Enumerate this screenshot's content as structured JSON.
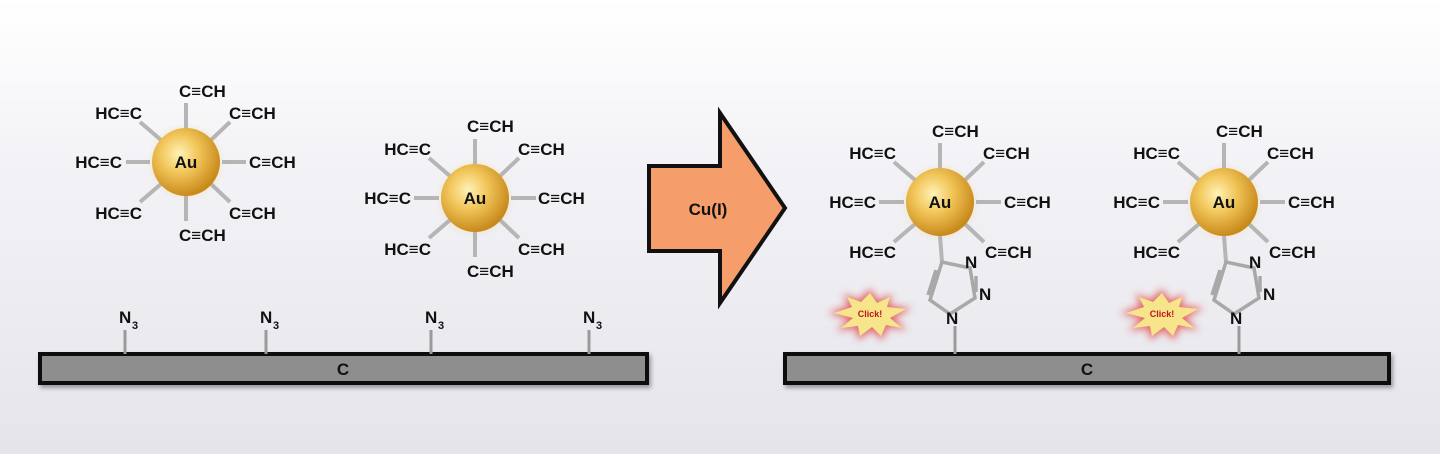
{
  "labels": {
    "gold": "Au",
    "alkyne_right": "C≡CH",
    "alkyne_left": "HC≡C",
    "azide": "N",
    "azide_sub": "3",
    "substrate": "C",
    "catalyst": "Cu(I)",
    "click": "Click!",
    "nitrogen": "N"
  },
  "colors": {
    "gold_center": "#f6d57a",
    "gold_edge": "#c98a1c",
    "arrow_fill": "#f59e6b",
    "arrow_stroke": "#111111",
    "substrate_fill": "#8e8e8e",
    "click_burst": "#f7e58c",
    "click_text": "#c0151a",
    "glow": "#e24a4a"
  },
  "panels": {
    "before": {
      "particles": 2,
      "azides": 4
    },
    "after": {
      "particles": 2,
      "triazoles": 2
    }
  }
}
